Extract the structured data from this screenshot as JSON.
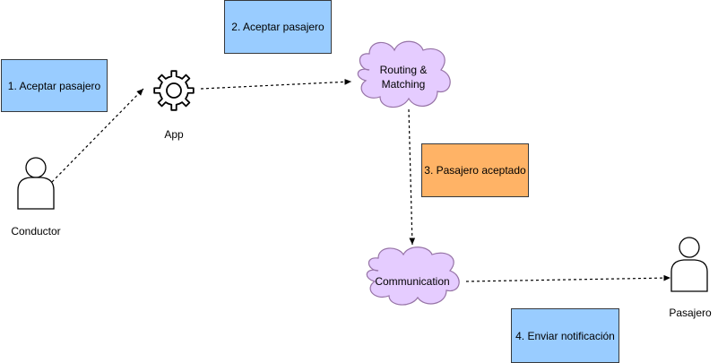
{
  "steps": {
    "step1": "1. Aceptar pasajero",
    "step2": "2. Aceptar pasajero",
    "step3": "3. Pasajero aceptado",
    "step4": "4. Enviar notificación"
  },
  "actors": {
    "driver": "Conductor",
    "passenger": "Pasajero"
  },
  "components": {
    "app": "App",
    "routing_line1": "Routing &",
    "routing_line2": "Matching",
    "communication": "Communication"
  },
  "colors": {
    "step_blue": "#99ccff",
    "step_orange": "#ffb366",
    "cloud_purple": "#e5ccff",
    "cloud_stroke": "#9673a6",
    "stroke": "#000000"
  },
  "icons": [
    "user-icon",
    "gear-icon",
    "cloud-icon"
  ]
}
